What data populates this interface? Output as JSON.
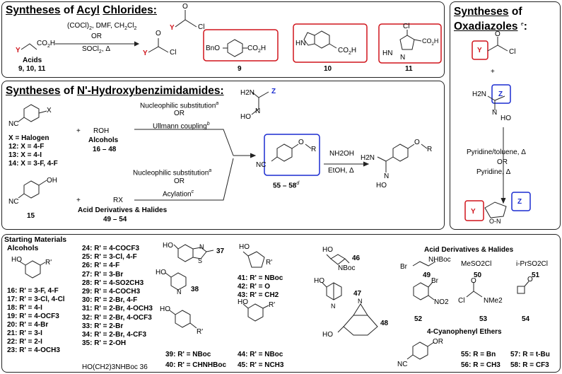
{
  "colors": {
    "red": "#d0141b",
    "blue": "#1a2bd0",
    "line": "#222222"
  },
  "acyl": {
    "title_a": "Syntheses",
    "title_b": "of",
    "title_c": "Acyl",
    "title_d": "Chlorides:",
    "reag1": "(COCl)",
    "reag1b": "2",
    "reag1c": ", DMF, CH",
    "reag1d": "2",
    "reag1e": "Cl",
    "reag1f": "2",
    "or": "OR",
    "reag2": "SOCl",
    "reag2b": "2",
    "reag2c": ", Δ",
    "y": "Y",
    "co2h": "CO",
    "co2h_sub": "2",
    "co2h_h": "H",
    "cl": "Cl",
    "o": "O",
    "acids": "Acids",
    "acids_nums": "9, 10, 11",
    "bno": "BnO",
    "nh": "HN",
    "nh2": "HN",
    "n": "N",
    "cl4": "Cl",
    "c9": "9",
    "c10": "10",
    "c11": "11"
  },
  "oxa": {
    "title_a": "Syntheses",
    "title_b": "of",
    "title_c": "Oxadiazoles",
    "title_sup": "e",
    ":": ":",
    "y": "Y",
    "cl": "Cl",
    "o": "O",
    "plus": "+",
    "z": "Z",
    "h2n": "H2N",
    "n": "N",
    "ho": "HO",
    "cond1": "Pyridine/toluene, Δ",
    "or": "OR",
    "cond2": "Pyridine, Δ",
    "y2": "Y",
    "z2": "Z",
    "ring": "O-N"
  },
  "amid": {
    "title_a": "Syntheses",
    "title_b": "of",
    "title_c": "N'-Hydroxybenzimidamides:",
    "x": "X",
    "nc": "NC",
    "xhal": "X = Halogen",
    "c12": "12: X = 4-F",
    "c13": "13: X = 4-I",
    "c14": "14: X = 3-F, 4-F",
    "plus": "+",
    "roh": "ROH",
    "alcohols": "Alcohols",
    "alc_nums": "16 – 48",
    "nuc1": "Nucleophilic substitution",
    "sup_a": "a",
    "or1": "OR",
    "ull": "Ullmann coupling",
    "sup_b": "b",
    "h2n": "H2N",
    "z": "Z",
    "n": "N",
    "ho": "HO",
    "oh": "OH",
    "c15": "15",
    "plus2": "+",
    "rx": "RX",
    "acid_der": "Acid Derivatives & Halides",
    "acid_nums": "49 – 54",
    "nuc2": "Nucleophilic substitution",
    "or2": "OR",
    "acyl": "Acylation",
    "sup_c": "c",
    "or_r": "O",
    "r": "R",
    "c55": "55 – 58",
    "sup_d": "d",
    "nh2oh": "NH2OH",
    "etoh": "EtOH, Δ"
  },
  "sm": {
    "title": "Starting Materials",
    "alcohols": "Alcohols",
    "ho": "HO",
    "rp": "R'",
    "list1": [
      "16: R' = 3-F, 4-F",
      "17: R' = 3-Cl, 4-Cl",
      "18: R' = 4-I",
      "19: R' = 4-OCF3",
      "20: R' = 4-Br",
      "21: R' = 3-I",
      "22: R' = 2-I",
      "23: R' = 4-OCH3"
    ],
    "list2": [
      "24: R' = 4-COCF3",
      "25: R' = 3-Cl, 4-F",
      "26: R' = 4-F",
      "27: R' = 3-Br",
      "28: R' = 4-SO2CH3",
      "29: R' = 4-COCH3",
      "30: R' = 2-Br, 4-F",
      "31: R' = 2-Br, 4-OCH3",
      "32: R' = 2-Br, 4-OCF3",
      "33: R' = 2-Br",
      "34: R' = 2-Br, 4-CF3",
      "35: R' = 2-OH"
    ],
    "c36": "HO(CH2)3NHBoc  36",
    "c37": "37",
    "s": "S",
    "n": "N",
    "c38": "38",
    "c39": "39: R' = NBoc",
    "c40": "40: R' = CHNHBoc",
    "c41": "41: R' = NBoc",
    "c42": "42: R' = O",
    "c43": "43: R' = CH2",
    "c44": "44: R' = NBoc",
    "c45": "45: R' = NCH3",
    "c46": "46",
    "nboc": "NBoc",
    "c47": "47",
    "c48": "48",
    "acid_title": "Acid Derivatives & Halides",
    "br": "Br",
    "nhboc": "NHBoc",
    "c49": "49",
    "meso2cl": "MeSO2Cl",
    "c50": "50",
    "iprso2cl": "i-PrSO2Cl",
    "c51": "51",
    "no2": "NO2",
    "c52": "52",
    "cl": "Cl",
    "nme2": "NMe2",
    "c53": "53",
    "o": "O",
    "c54": "54",
    "ether_title": "4-Cyanophenyl Ethers",
    "or": "OR",
    "nc": "NC",
    "e55": "55: R = Bn",
    "e56": "56: R = CH3",
    "e57": "57: R = t-Bu",
    "e58": "58: R = CF3"
  }
}
